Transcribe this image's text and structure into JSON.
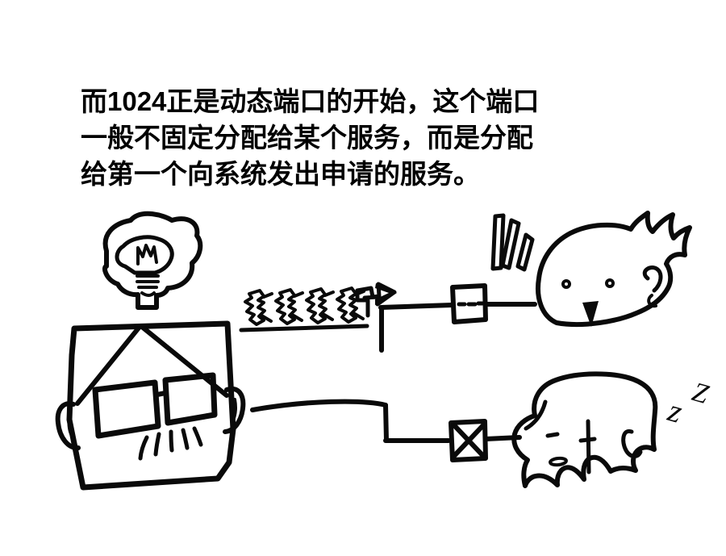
{
  "slide": {
    "background_color": "#ffffff",
    "ink_color": "#0a0a0a",
    "caption_text": "而1024正是动态端口的开始，这个端口\n一般不固定分配给某个服务，而是分配\n给第一个向系统发出申请的服务。",
    "caption_lines": [
      "而1024正是动态端口的开始，这个端口",
      "一般不固定分配给某个服务，而是分配",
      "给第一个向系统发出申请的服务。"
    ],
    "highlighted_number": "1024"
  },
  "illustration": {
    "title": "hand-drawn-doodle",
    "style": "marker-sketch",
    "thinker": {
      "name": "square-head-character",
      "has_glasses": true,
      "lens_count": 2,
      "ear_count": 2,
      "mustache_strokes": 5,
      "idea_bubble": {
        "name": "lightbulb-thought-bubble",
        "contains": "lightbulb",
        "filament_spikes": 4,
        "base_threads": 3
      }
    },
    "runners": {
      "name": "running-service-requests",
      "count": 4,
      "direction": "right",
      "ground_line": true
    },
    "arrow": {
      "name": "up-right-arrow",
      "label": "",
      "direction": "up-right"
    },
    "ports": [
      {
        "name": "open-port-box",
        "state": "open",
        "glyph": "dashes",
        "dash_count": 3,
        "connects_to": "awake-creature"
      },
      {
        "name": "closed-port-box",
        "state": "closed",
        "glyph": "x-cross",
        "dash_count": 0,
        "connects_to": "sleeping-creature"
      }
    ],
    "awake_creature": {
      "name": "awake-creature",
      "state": "awake",
      "mouth": "open-triangle",
      "eyes": 2,
      "spiky_hair": true,
      "alert_lines": 3
    },
    "sleeping_creature": {
      "name": "sleeping-creature",
      "state": "asleep",
      "mouth": "small-oval",
      "eyes": "closed",
      "sleep_marks": "zZ",
      "sleep_mark_letters": [
        "z",
        "Z"
      ]
    },
    "wires": [
      {
        "name": "upper-wire",
        "from": "thinker-ear",
        "to": "awake-creature",
        "passes_through": "open-port-box"
      },
      {
        "name": "lower-wire",
        "from": "thinker-ear",
        "to": "sleeping-creature",
        "passes_through": "closed-port-box"
      }
    ]
  }
}
